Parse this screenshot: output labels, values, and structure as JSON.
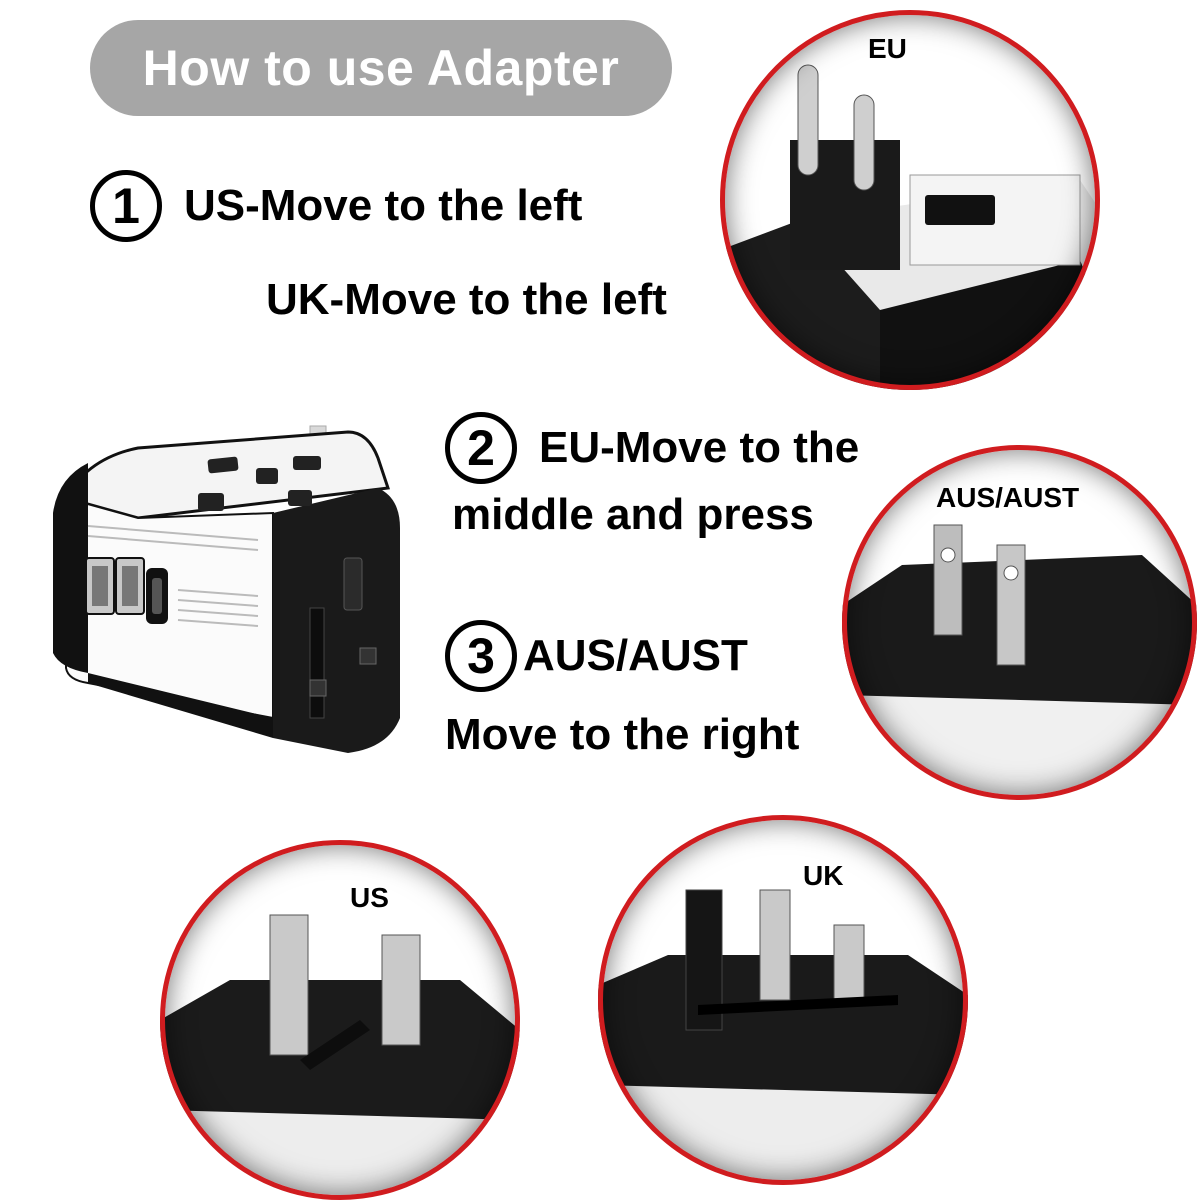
{
  "title": "How to use Adapter",
  "steps": [
    {
      "num": "1",
      "line1": "US-Move to the left",
      "line2": "UK-Move to the left"
    },
    {
      "num": "2",
      "line1": "EU-Move to the",
      "line2": "middle and press"
    },
    {
      "num": "3",
      "line1": "AUS/AUST",
      "line2": "Move to the right"
    }
  ],
  "plugs": {
    "eu": "EU",
    "aus": "AUS/AUST",
    "us": "US",
    "uk": "UK"
  },
  "colors": {
    "ring": "#d01c1f",
    "title_bg": "#a6a6a6"
  }
}
